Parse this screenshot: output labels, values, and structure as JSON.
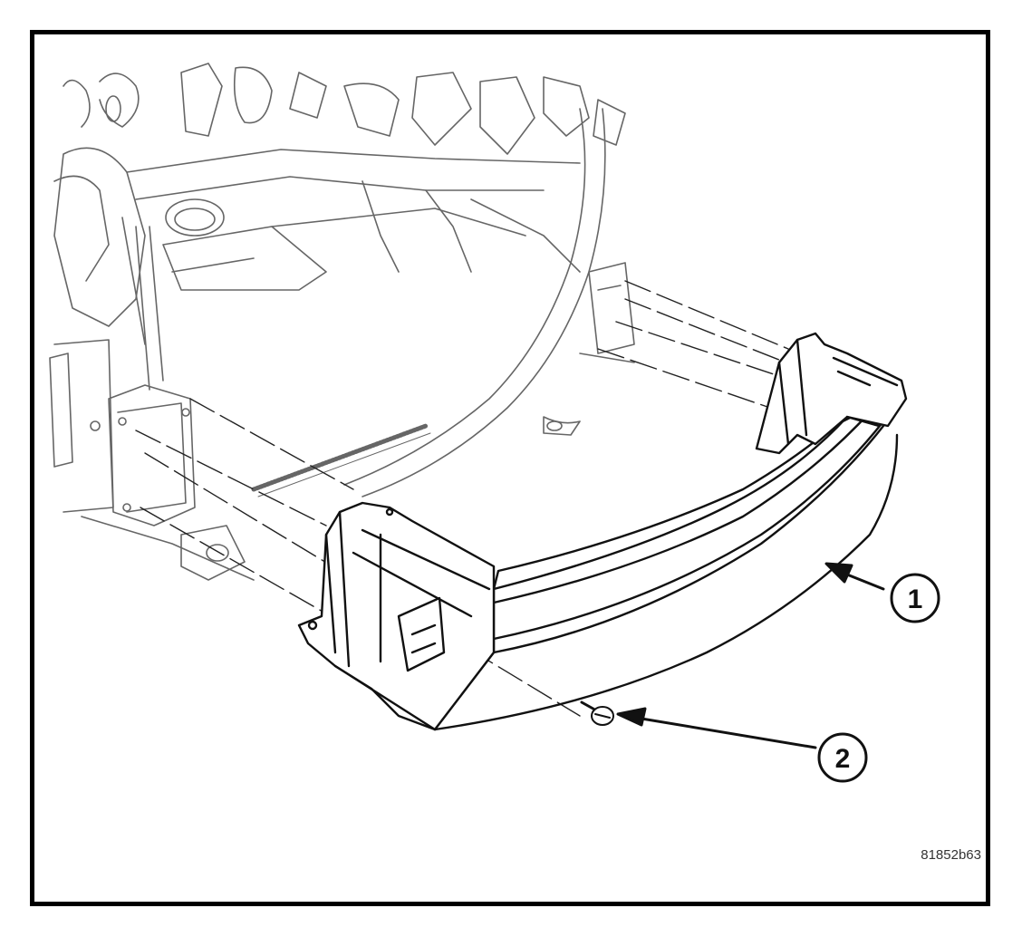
{
  "diagram": {
    "callouts": [
      {
        "id": "callout-1",
        "number": "1"
      },
      {
        "id": "callout-2",
        "number": "2"
      }
    ],
    "figure_id": "81852b63",
    "colors": {
      "line": "#222222",
      "frame": "#000000",
      "background": "#ffffff"
    }
  }
}
